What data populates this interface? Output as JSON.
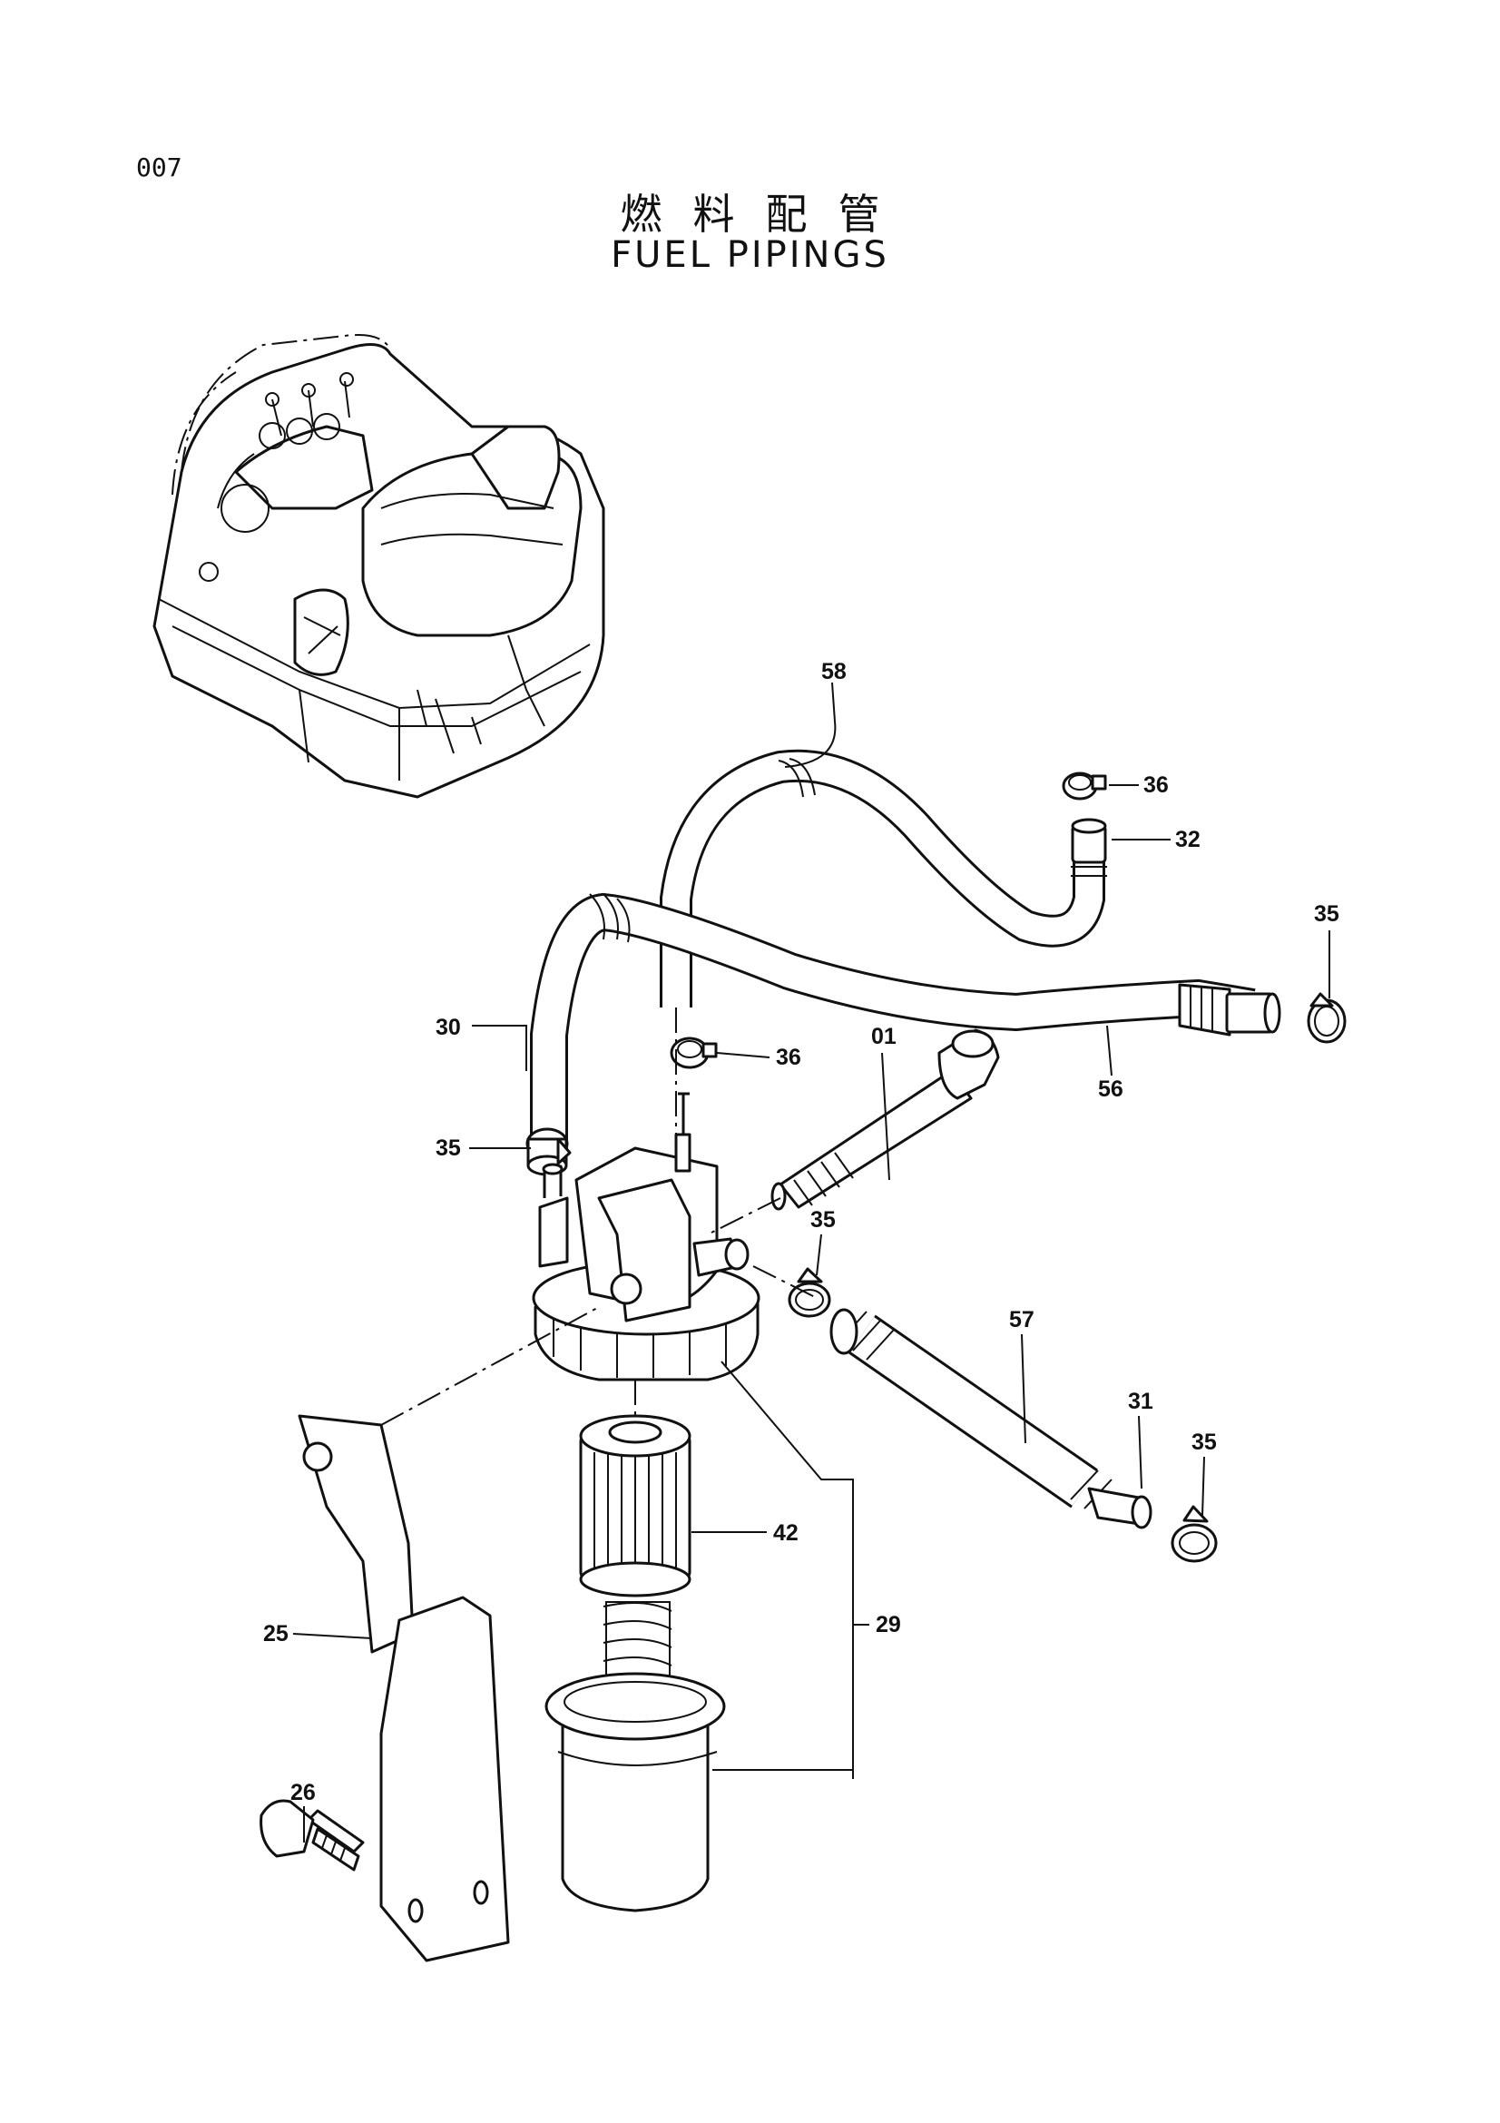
{
  "header": {
    "page_number": "007",
    "title_jp": "燃料配管",
    "title_en": "FUEL PIPINGS"
  },
  "callouts": {
    "p01": "01",
    "p25": "25",
    "p26": "26",
    "p29": "29",
    "p30": "30",
    "p31": "31",
    "p32": "32",
    "p35a": "35",
    "p35b": "35",
    "p35c": "35",
    "p35d": "35",
    "p36a": "36",
    "p36b": "36",
    "p42": "42",
    "p56": "56",
    "p57": "57",
    "p58": "58"
  }
}
